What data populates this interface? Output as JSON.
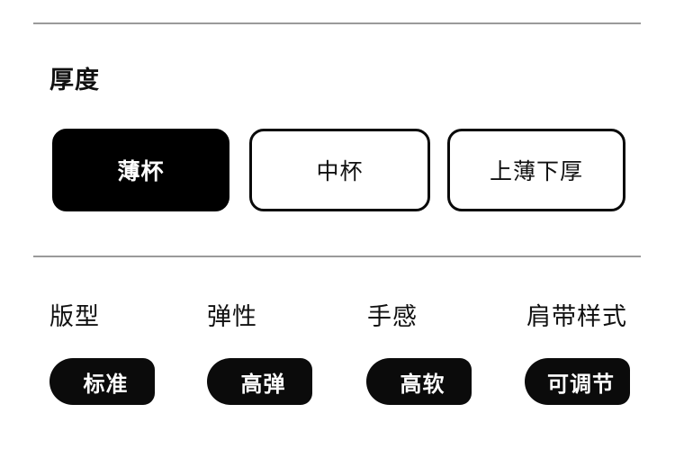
{
  "sections": {
    "thickness": {
      "title": "厚度",
      "options": [
        {
          "label": "薄杯",
          "state": "selected"
        },
        {
          "label": "中杯",
          "state": "default"
        },
        {
          "label": "上薄下厚",
          "state": "default"
        }
      ]
    },
    "attributes": {
      "items": [
        {
          "label": "版型",
          "value": "标准"
        },
        {
          "label": "弹性",
          "value": "高弹"
        },
        {
          "label": "手感",
          "value": "高软"
        },
        {
          "label": "肩带样式",
          "value": "可调节"
        }
      ]
    }
  },
  "colors": {
    "background": "#ffffff",
    "divider": "#9a9a9a",
    "selected_bg": "#000000",
    "selected_text": "#ffffff",
    "outline_border": "#0a0a0a",
    "pill_bg": "#0b0b0b",
    "pill_text": "#ffffff",
    "text": "#111111"
  }
}
